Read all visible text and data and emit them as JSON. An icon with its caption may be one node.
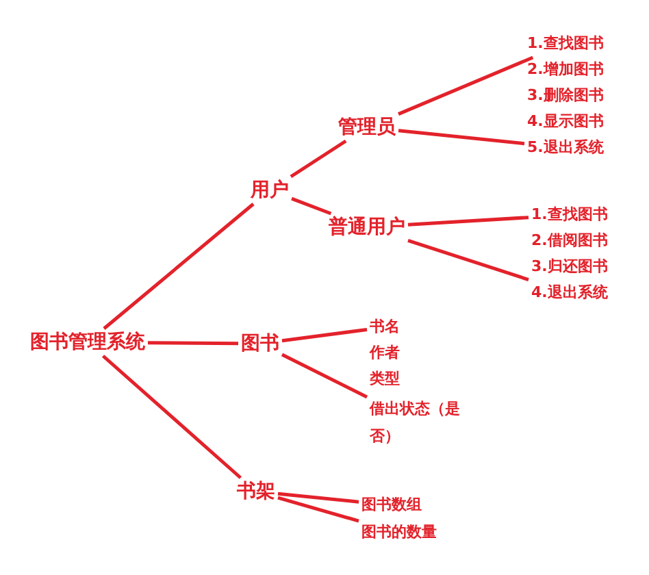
{
  "diagram": {
    "nodes": [
      {
        "text": [
          "图书管理系统"
        ]
      },
      {
        "text": [
          "用户"
        ]
      },
      {
        "text": [
          "管理员"
        ]
      },
      {
        "text": [
          "1.查找图书"
        ]
      },
      {
        "text": [
          "5.退出系统"
        ]
      },
      {
        "text": [
          "普通用户"
        ]
      },
      {
        "text": [
          "1.查找图书"
        ]
      },
      {
        "text": [
          "4.退出系统"
        ]
      },
      {
        "text": [
          "图书"
        ]
      },
      {
        "text": [
          "书名"
        ]
      },
      {
        "text": [
          "借出状态（是否）"
        ]
      },
      {
        "text": [
          "书架"
        ]
      },
      {
        "text": [
          "图书数组"
        ]
      },
      {
        "text": [
          "图书的数量"
        ]
      }
    ],
    "edges": [
      {
        "from": 0,
        "to": 1,
        "arrow": "none"
      },
      {
        "from": 0,
        "to": 8,
        "arrow": "none"
      },
      {
        "from": 0,
        "to": 11,
        "arrow": "none"
      },
      {
        "from": 1,
        "to": 2,
        "arrow": "none"
      },
      {
        "from": 1,
        "to": 5,
        "arrow": "none"
      },
      {
        "from": 2,
        "to": 3,
        "arrow": "none"
      },
      {
        "from": 2,
        "to": 4,
        "arrow": "none"
      },
      {
        "from": 5,
        "to": 6,
        "arrow": "none"
      },
      {
        "from": 5,
        "to": 7,
        "arrow": "none"
      },
      {
        "from": 8,
        "to": 9,
        "arrow": "none"
      },
      {
        "from": 8,
        "to": 10,
        "arrow": "none"
      },
      {
        "from": 11,
        "to": 12,
        "arrow": "none"
      },
      {
        "from": 11,
        "to": 13,
        "arrow": "none"
      }
    ],
    "labels": [
      "2.增加图书",
      "3.删除图书",
      "4.显示图书",
      "2.借阅图书",
      "3.归还图书",
      "作者",
      "类型"
    ]
  }
}
